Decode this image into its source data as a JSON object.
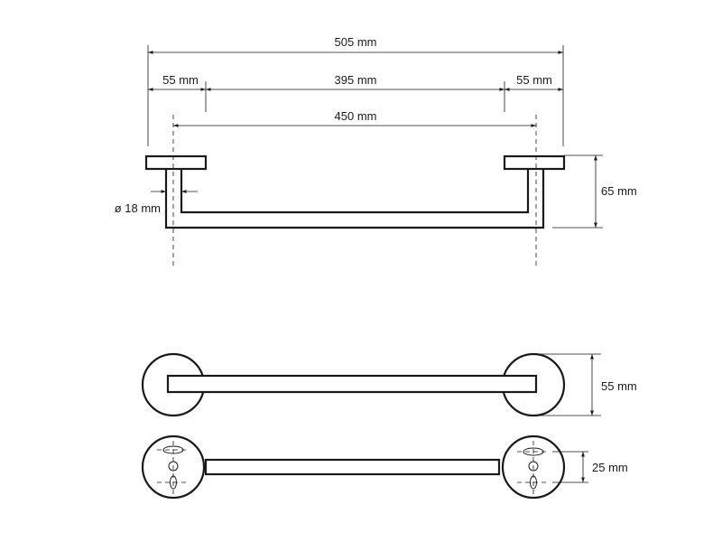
{
  "dimensions": {
    "overall_width": "505 mm",
    "left_offset": "55 mm",
    "bar_length": "395 mm",
    "right_offset": "55 mm",
    "center_distance": "450 mm",
    "tube_diameter": "ø 18 mm",
    "projection_height": "65 mm",
    "rose_diameter": "55 mm",
    "mount_spacing": "25 mm"
  }
}
